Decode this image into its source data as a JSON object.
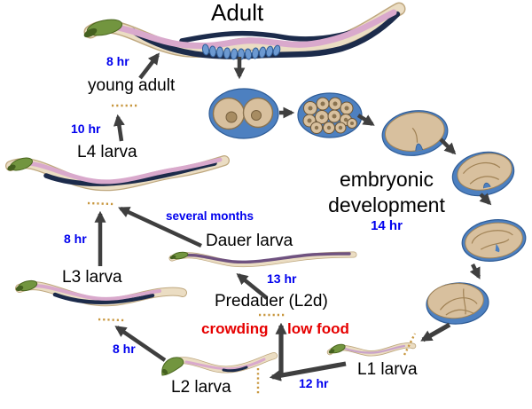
{
  "diagram": {
    "title": "Adult",
    "stages": {
      "young_adult": "young adult",
      "l4": "L4 larva",
      "l3": "L3 larva",
      "l2": "L2 larva",
      "l1": "L1 larva",
      "dauer": "Dauer larva",
      "predauer": "Predauer (L2d)"
    },
    "embryonic": {
      "line1": "embryonic",
      "line2": "development",
      "duration": "14 hr"
    },
    "durations": {
      "young_adult_to_adult": "8 hr",
      "l4_to_young_adult": "10 hr",
      "l3_to_l4": "8 hr",
      "l2_to_l3": "8 hr",
      "l1_to_l2": "12 hr",
      "predauer_to_dauer": "13 hr",
      "dauer_exit": "several months"
    },
    "conditions": {
      "crowding": "crowding",
      "low_food": "low food"
    },
    "colors": {
      "duration_text": "#0000EE",
      "condition_text": "#E60000",
      "stage_text": "#000000",
      "arrow": "#3F3F3F",
      "dotted_guide": "#C8973F",
      "embryo_shell_blue": "#4D80C0",
      "embryo_cell_tan": "#D8C09E",
      "worm_body_pink": "#D9A9CC",
      "worm_band_navy": "#1C2B4B",
      "worm_head_green": "#72953F"
    }
  }
}
